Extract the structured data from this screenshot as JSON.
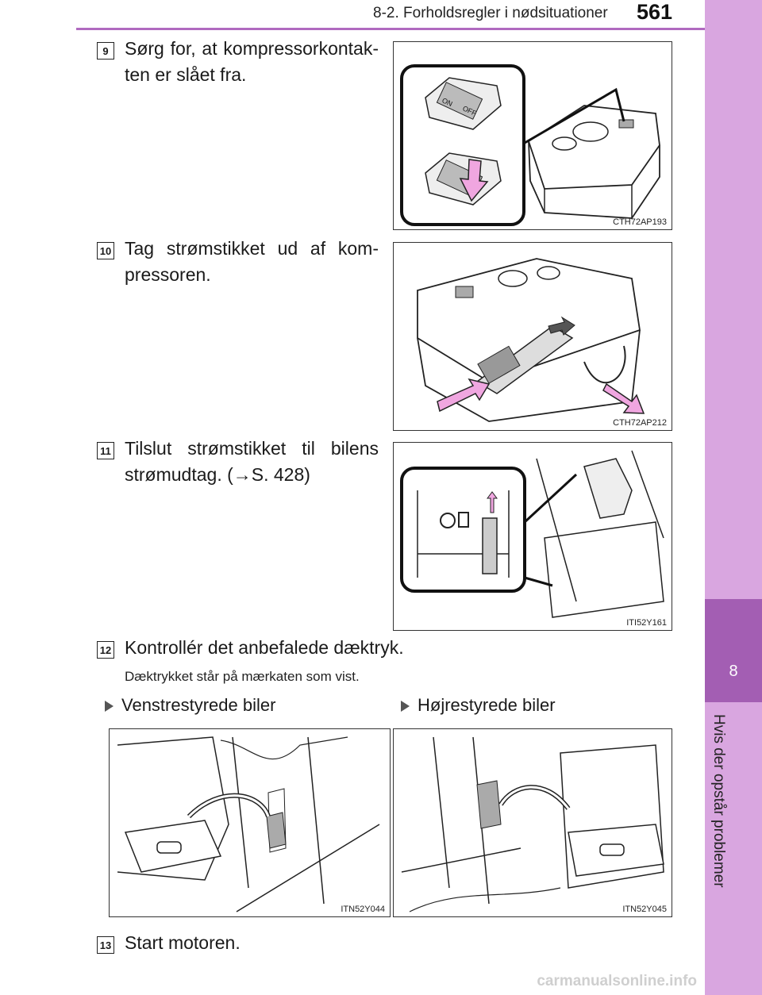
{
  "header": {
    "section_title": "8-2. Forholdsregler i nødsituationer",
    "page_number": "561"
  },
  "side_tab": {
    "chapter_number": "8",
    "chapter_label": "Hvis der opstår problemer"
  },
  "steps": [
    {
      "number": "9",
      "text": "Sørg for, at kompressorkontak-ten er slået fra.",
      "figure_code": "CTH72AP193",
      "switch_on": "ON",
      "switch_off": "OFF"
    },
    {
      "number": "10",
      "text": "Tag strømstikket ud af kom-pressoren.",
      "figure_code": "CTH72AP212"
    },
    {
      "number": "11",
      "text_before": "Tilslut strømstikket til bilens strømudtag. (",
      "text_ref": "S. 428",
      "text_after": ")",
      "figure_code": "ITI52Y161"
    },
    {
      "number": "12",
      "text": "Kontrollér det anbefalede dæktryk.",
      "note": "Dæktrykket står på mærkaten som vist."
    },
    {
      "number": "13",
      "text": "Start motoren."
    }
  ],
  "variants": [
    {
      "label": "Venstrestyrede biler",
      "figure_code": "ITN52Y044"
    },
    {
      "label": "Højrestyrede biler",
      "figure_code": "ITN52Y045"
    }
  ],
  "watermark": "carmanualsonline.info",
  "colors": {
    "accent": "#b06ac0",
    "tab_light": "#d9a6e0",
    "tab_dark": "#a35eb3",
    "arrow_pink": "#f0a6e0"
  }
}
